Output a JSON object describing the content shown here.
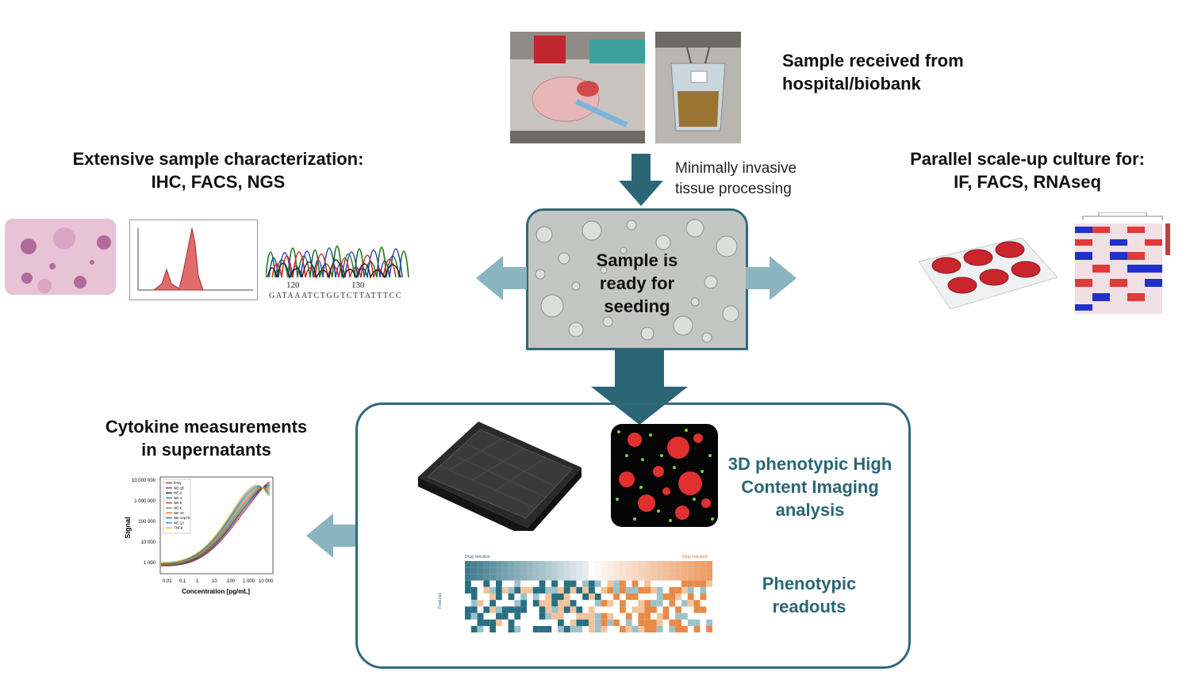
{
  "received": {
    "title_line1": "Sample received from",
    "title_line2": "hospital/biobank"
  },
  "processing": {
    "line1": "Minimally invasive",
    "line2": "tissue processing"
  },
  "center": {
    "line1": "Sample is",
    "line2": "ready for",
    "line3": "seeding"
  },
  "characterization": {
    "line1": "Extensive sample characterization:",
    "line2": "IHC, FACS, NGS",
    "sequence": {
      "tick1": "120",
      "tick2": "130",
      "bases": "GATAAATCTGGTCTTATTTCC"
    }
  },
  "scaleup": {
    "line1": "Parallel scale-up culture for:",
    "line2": "IF, FACS, RNAseq"
  },
  "cytokine": {
    "line1": "Cytokine measurements",
    "line2": "in supernatants",
    "chart": {
      "ylabel": "Signal",
      "xlabel": "Concentration [pg/mL]",
      "yticks": [
        "10 000 000",
        "1 000 000",
        "100 000",
        "10 000",
        "1 000"
      ],
      "xticks": [
        "0,01",
        "0,1",
        "1",
        "10",
        "100",
        "1 000",
        "10 000"
      ],
      "legend": [
        "IFNγ",
        "NE-1β",
        "NE-2",
        "NE-4",
        "NE-5",
        "NE-6",
        "NE-10",
        "NE-12p70",
        "NE-13",
        "TNFα"
      ]
    }
  },
  "hci": {
    "line1": "3D phenotypic High",
    "line2": "Content Imaging",
    "line3": "analysis"
  },
  "phenotypic": {
    "line1": "Phenotypic",
    "line2": "readouts"
  },
  "heatmap_labels": {
    "left": "Drug sensitive",
    "right": "Drug resistant",
    "axis": "Features"
  },
  "colors": {
    "teal_dark": "#2a6676",
    "teal_light": "#8ab4bf",
    "box_border": "#2e6a7a"
  }
}
